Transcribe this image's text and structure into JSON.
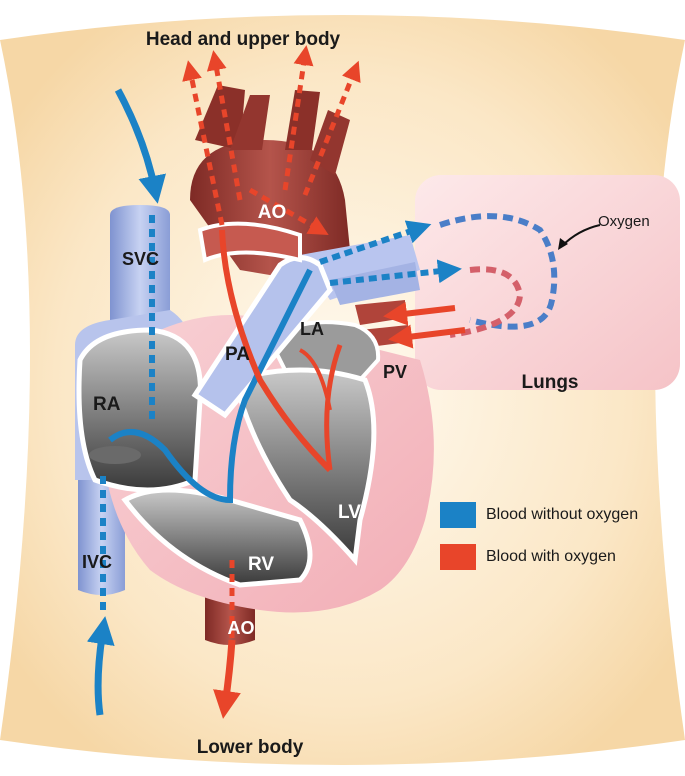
{
  "labels": {
    "head": "Head and upper body",
    "lower": "Lower body",
    "ao_top": "AO",
    "ao_bottom": "AO",
    "svc": "SVC",
    "ivc": "IVC",
    "ra": "RA",
    "rv": "RV",
    "pa": "PA",
    "la": "LA",
    "lv": "LV",
    "pv": "PV",
    "lungs": "Lungs",
    "oxygen": "Oxygen"
  },
  "legend": [
    {
      "label": "Blood without oxygen",
      "color": "#1b82c6"
    },
    {
      "label": "Blood with oxygen",
      "color": "#e8452a"
    }
  ],
  "colors": {
    "deoxygenated": "#1b82c6",
    "oxygenated": "#e8452a",
    "body_bg": "#fbe3bd",
    "heart": "#f6c3c9",
    "lungs": "#f9d6d8",
    "vein": "#a9b8e6",
    "aorta": "#a3473f"
  }
}
